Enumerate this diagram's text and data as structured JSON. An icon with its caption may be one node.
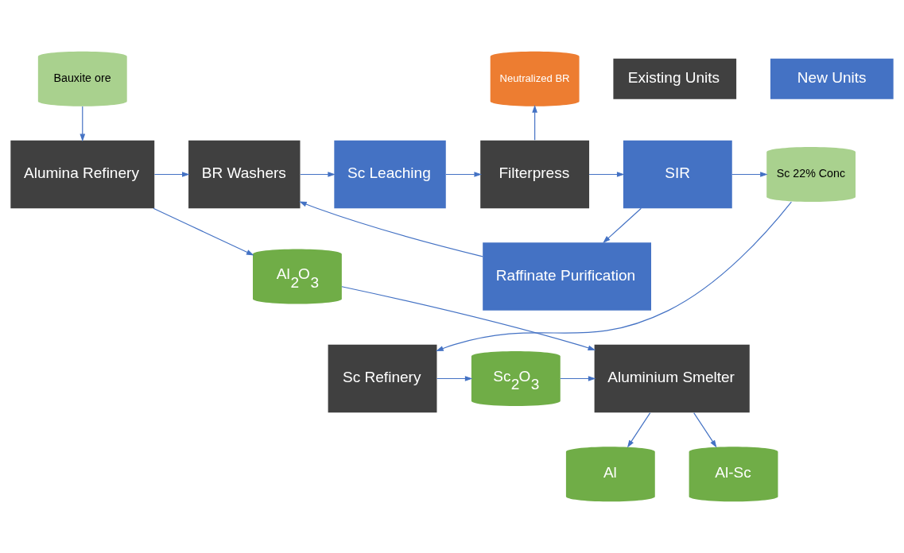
{
  "diagram": {
    "nodes": [
      {
        "text": [
          "Bauxite ore"
        ]
      },
      {
        "text": [
          "Alumina Refinery"
        ]
      },
      {
        "text": [
          "BR Washers"
        ]
      },
      {
        "text": [
          "Sc Leaching"
        ]
      },
      {
        "text": [
          "Filterpress"
        ]
      },
      {
        "text": [
          "Neutralized BR"
        ]
      },
      {
        "text": [
          "SIR"
        ]
      },
      {
        "text": [
          "Sc 22% Conc"
        ]
      },
      {
        "text": [
          "Al$_{2}$O$_{3}$"
        ]
      },
      {
        "text": [
          "Raffinate Purification"
        ]
      },
      {
        "text": [
          "Aluminium Smelter"
        ]
      },
      {
        "text": [
          "Sc$_{2}$O$_{3}$"
        ]
      },
      {
        "text": [
          "Sc Refinery"
        ]
      },
      {
        "text": [
          "Al"
        ]
      },
      {
        "text": [
          "Al-Sc"
        ]
      }
    ],
    "edges": [
      {
        "from": 0,
        "to": 1,
        "arrow": "to"
      },
      {
        "from": 1,
        "to": 2,
        "arrow": "to"
      },
      {
        "from": 2,
        "to": 3,
        "arrow": "to"
      },
      {
        "from": 3,
        "to": 4,
        "arrow": "to"
      },
      {
        "from": 4,
        "to": 5,
        "arrow": "to"
      },
      {
        "from": 4,
        "to": 6,
        "arrow": "to"
      },
      {
        "from": 6,
        "to": 7,
        "arrow": "to"
      },
      {
        "from": 1,
        "to": 8,
        "arrow": "to"
      },
      {
        "from": 6,
        "to": 9,
        "arrow": "to"
      },
      {
        "from": 9,
        "to": 2,
        "arrow": "to"
      },
      {
        "from": 8,
        "to": 10,
        "arrow": "to"
      },
      {
        "from": 7,
        "to": 12,
        "arrow": "to"
      },
      {
        "from": 12,
        "to": 11,
        "arrow": "to"
      },
      {
        "from": 11,
        "to": 10,
        "arrow": "to"
      },
      {
        "from": 10,
        "to": 13,
        "arrow": "to"
      },
      {
        "from": 10,
        "to": 14,
        "arrow": "to"
      }
    ],
    "legend": [
      {
        "text": "Existing Units",
        "color": "#404040"
      },
      {
        "text": "New Units",
        "color": "#4472c4"
      }
    ]
  }
}
